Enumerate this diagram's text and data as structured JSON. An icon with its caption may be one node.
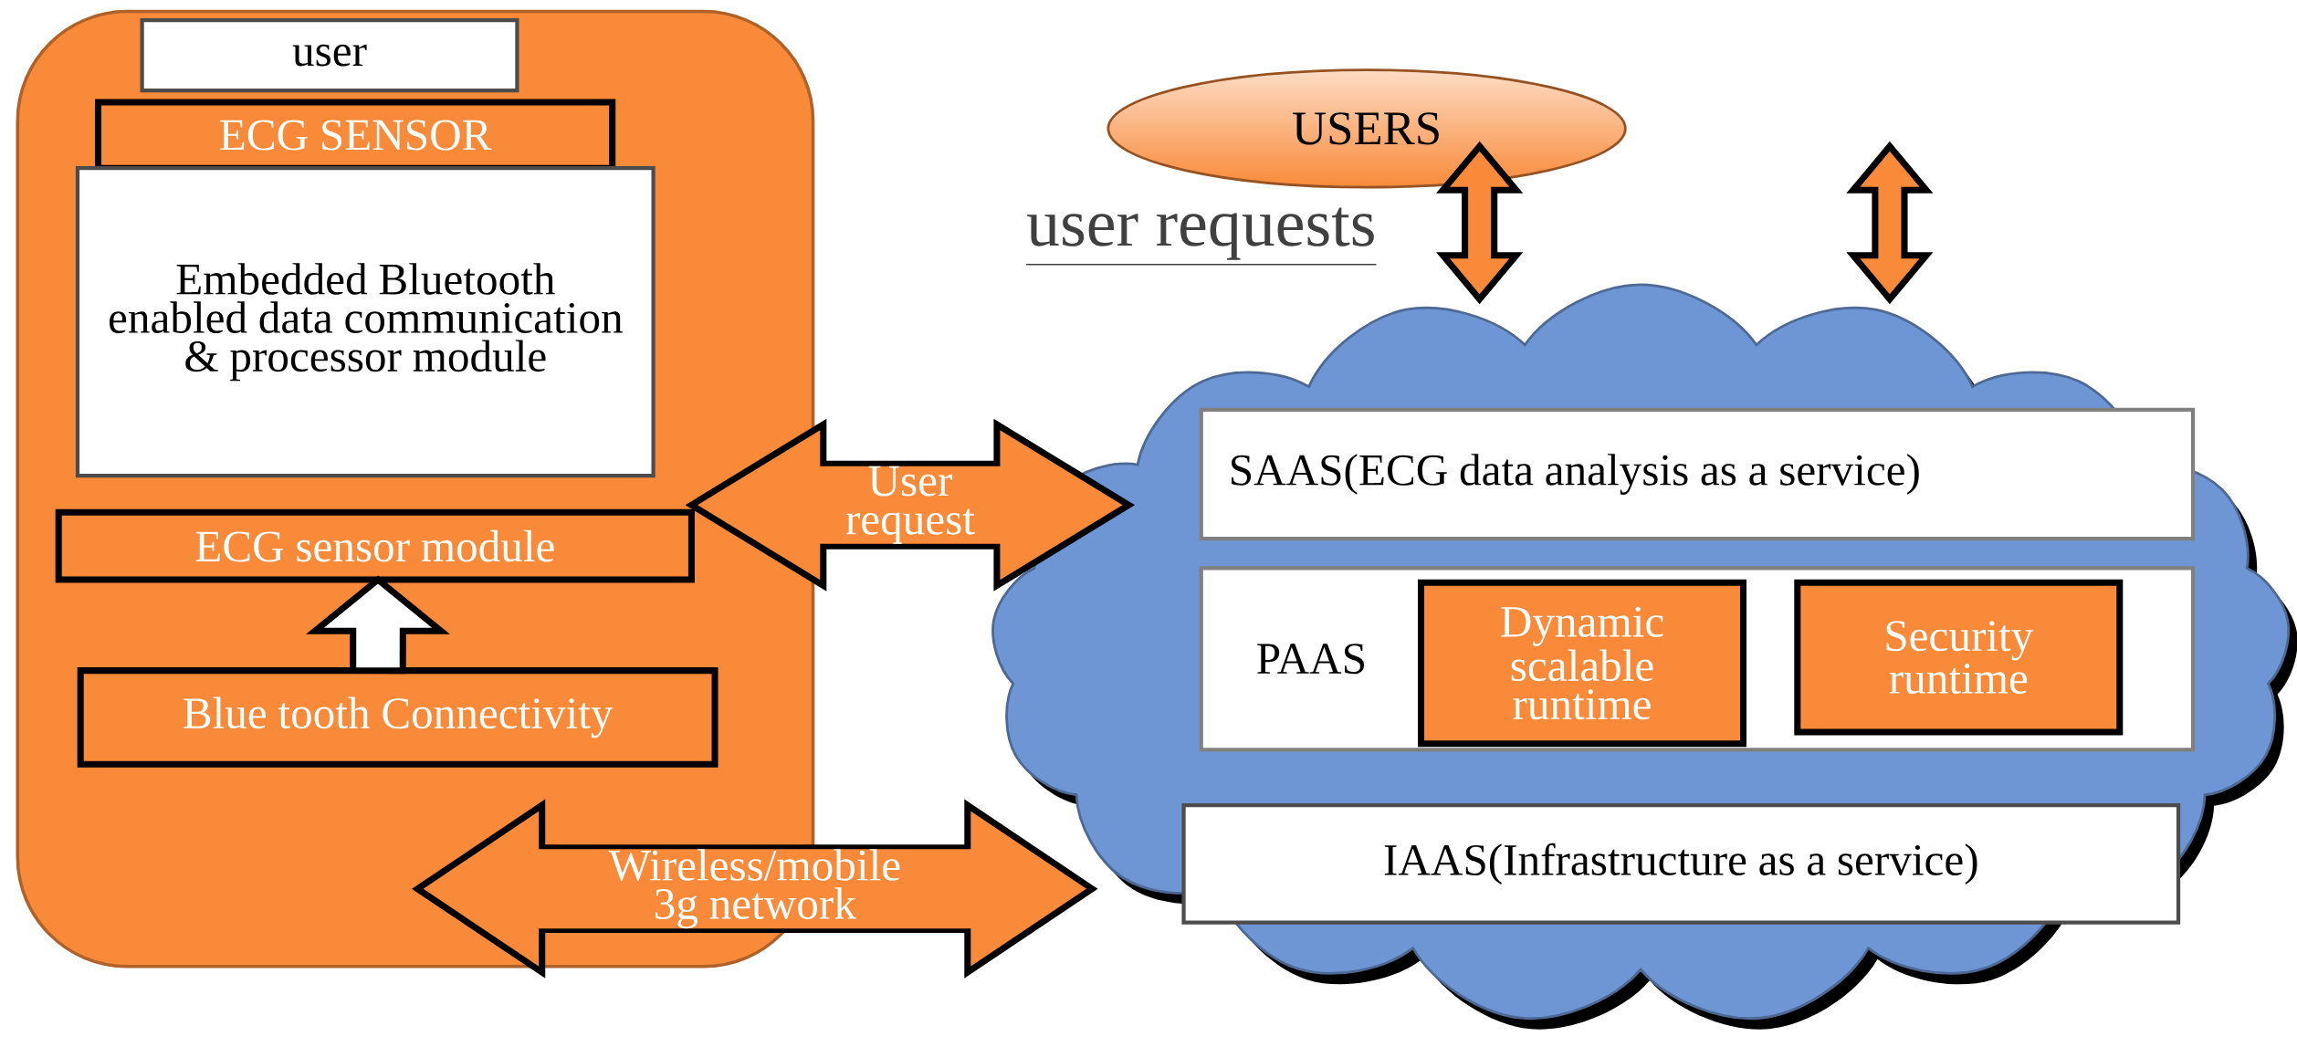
{
  "diagram": {
    "nodes": [
      {
        "text": [],
        "shape": "box"
      },
      {
        "text": [
          "user"
        ],
        "in": 0
      },
      {
        "text": [
          "ECG SENSOR"
        ],
        "in": 0
      },
      {
        "text": [
          "Embedded Bluetooth enabled data communication & processor module"
        ],
        "in": 0
      },
      {
        "text": [
          "ECG sensor module"
        ],
        "in": 0
      },
      {
        "text": [
          "Blue tooth Connectivity"
        ],
        "in": 0
      },
      {
        "text": [
          "USERS"
        ]
      },
      {
        "text": [],
        "shape": "cloud"
      },
      {
        "text": [
          "SAAS(ECG data analysis as a service)"
        ],
        "in": 7
      },
      {
        "text": [
          "PAAS"
        ],
        "in": 7
      },
      {
        "text": [
          "Dynamic scalable runtime"
        ],
        "in": 9
      },
      {
        "text": [
          "Security runtime"
        ],
        "in": 9
      },
      {
        "text": [
          "IAAS(Infrastructure as a service)"
        ],
        "in": 7
      }
    ],
    "edges": [
      {
        "from": 5,
        "to": 4,
        "arrow": "to"
      },
      {
        "from": 4,
        "to": 7,
        "arrow": "both",
        "label": "User request"
      },
      {
        "from": 0,
        "to": 7,
        "arrow": "both",
        "label": "Wireless/mobile 3g network"
      },
      {
        "from": 6,
        "to": 7,
        "arrow": "both"
      },
      {
        "from": null,
        "to": 7,
        "arrow": "both"
      }
    ],
    "labels": [
      "user requests"
    ]
  }
}
